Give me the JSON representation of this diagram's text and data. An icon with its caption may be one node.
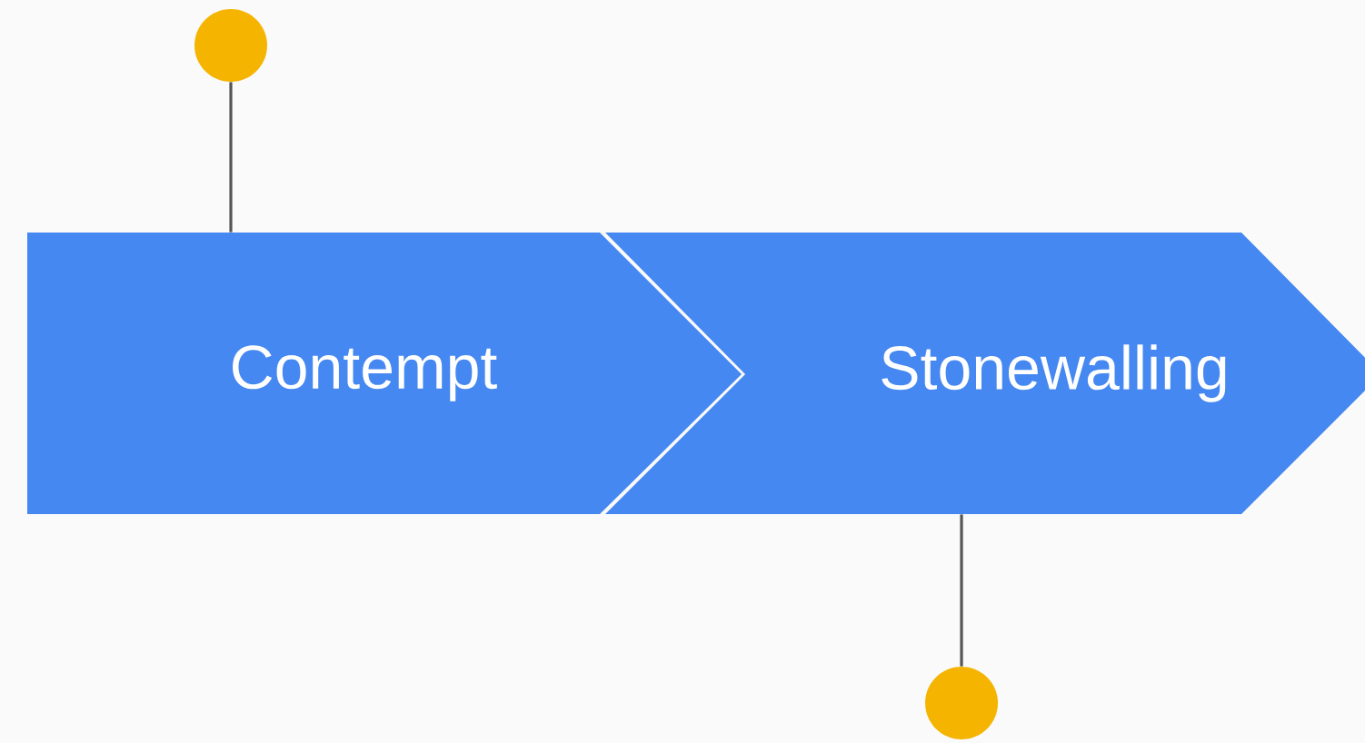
{
  "diagram": {
    "nodes": [
      {
        "text": [
          "Contempt"
        ]
      },
      {
        "text": [
          "Stonewalling"
        ]
      },
      {
        "text": [],
        "shape": "circle"
      },
      {
        "text": [],
        "shape": "circle"
      }
    ],
    "edges": [
      {
        "from": 2,
        "to": 0,
        "arrow": "none"
      },
      {
        "from": 1,
        "to": 3,
        "arrow": "none"
      }
    ]
  }
}
